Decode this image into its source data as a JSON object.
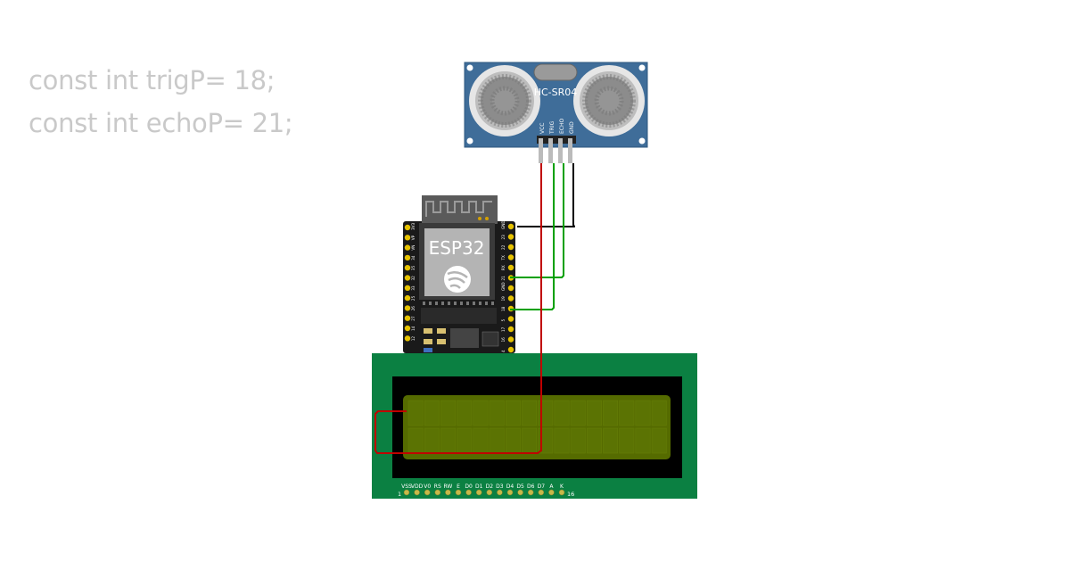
{
  "code_lines": [
    "const int trigP= 18;",
    "const int echoP= 21;"
  ],
  "sensor": {
    "model": "HC-SR04",
    "pins": [
      "VCC",
      "TRIG",
      "ECHO",
      "GND"
    ]
  },
  "esp32": {
    "label": "ESP32",
    "left_pins": [
      "3V3",
      "VP",
      "VN",
      "34",
      "35",
      "32",
      "33",
      "25",
      "26",
      "27",
      "14",
      "12"
    ],
    "right_pins": [
      "GND",
      "23",
      "22",
      "TX",
      "RX",
      "21",
      "GND",
      "19",
      "18",
      "5",
      "17",
      "16",
      "4"
    ]
  },
  "lcd": {
    "pin_labels": [
      "VSS",
      "VDD",
      "V0",
      "RS",
      "RW",
      "E",
      "D0",
      "D1",
      "D2",
      "D3",
      "D4",
      "D5",
      "D6",
      "D7",
      "A",
      "K"
    ],
    "first_pin": "1",
    "last_pin": "16"
  },
  "colors": {
    "sensor_board": "#3f6d99",
    "esp_board": "#1a1a1a",
    "lcd_board": "#0b8042",
    "lcd_screen": "#556b00",
    "wire_power": "#c00000",
    "wire_signal": "#00a000",
    "wire_ground": "#000000"
  }
}
